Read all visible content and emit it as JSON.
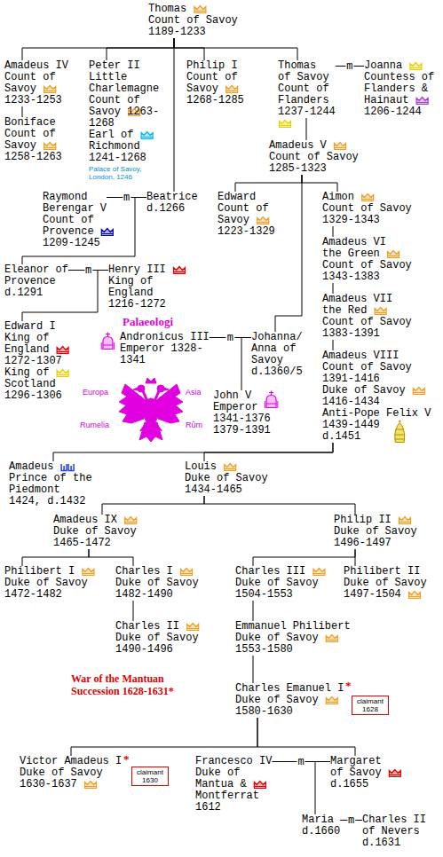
{
  "diagram": {
    "nodes": [
      {
        "text": [
          "Thomas",
          "Count of Savoy 1189-1233"
        ]
      },
      {
        "text": [
          "Amadeus IV",
          "Count of Savoy 1233-1253"
        ]
      },
      {
        "text": [
          "Peter II Little Charlemagne",
          "Count of Savoy 1263-1268",
          "Earl of Richmond 1241-1268",
          "Palace of Savoy, London, 1246"
        ]
      },
      {
        "text": [
          "Philip I",
          "Count of Savoy 1268-1285"
        ]
      },
      {
        "text": [
          "Thomas of Savoy",
          "Count of Flanders 1237-1244"
        ]
      },
      {
        "text": [
          "Joanna",
          "Countess of Flanders & Hainaut 1206-1244"
        ]
      },
      {
        "text": [
          "Boniface",
          "Count of Savoy 1258-1263"
        ]
      },
      {
        "text": [
          "Amadeus V",
          "Count of Savoy 1285-1323"
        ]
      },
      {
        "text": [
          "Raymond Berengar V",
          "Count of Provence 1209-1245"
        ]
      },
      {
        "text": [
          "Beatrice",
          "d.1266"
        ]
      },
      {
        "text": [
          "Edward",
          "Count of Savoy 1223-1329"
        ]
      },
      {
        "text": [
          "Aimon",
          "Count of Savoy 1329-1343"
        ]
      },
      {
        "text": [
          "Amadeus VI the Green",
          "Count of Savoy 1343-1383"
        ]
      },
      {
        "text": [
          "Eleanor of Provence",
          "d.1291"
        ]
      },
      {
        "text": [
          "Henry III",
          "King of England 1216-1272"
        ]
      },
      {
        "text": [
          "Amadeus VII the Red",
          "Count of Savoy 1383-1391"
        ]
      },
      {
        "text": [
          "Edward I",
          "King of England 1272-1307",
          "King of Scotland 1296-1306"
        ]
      },
      {
        "text": [
          "Andronicus III",
          "Emperor 1328-1341"
        ]
      },
      {
        "text": [
          "Johanna/ Anna of Savoy",
          "d.1360/5"
        ]
      },
      {
        "text": [
          "Amadeus VIII",
          "Count of Savoy 1391-1416",
          "Duke of Savoy 1416-1434",
          "Anti-Pope Felix V 1439-1449",
          "d.1451"
        ]
      },
      {
        "text": [
          "John V",
          "Emperor 1341-1376 1379-1391"
        ]
      },
      {
        "text": [
          "Amadeus",
          "Prince of the Piedmont 1424, d.1432"
        ]
      },
      {
        "text": [
          "Louis",
          "Duke of Savoy 1434-1465"
        ]
      },
      {
        "text": [
          "Amadeus IX",
          "Duke of Savoy 1465-1472"
        ]
      },
      {
        "text": [
          "Philip II",
          "Duke of Savoy 1496-1497"
        ]
      },
      {
        "text": [
          "Philibert I",
          "Duke of Savoy 1472-1482"
        ]
      },
      {
        "text": [
          "Charles I",
          "Duke of Savoy 1482-1490"
        ]
      },
      {
        "text": [
          "Charles III",
          "Duke of Savoy 1504-1553"
        ]
      },
      {
        "text": [
          "Philibert II",
          "Duke of Savoy 1497-1504"
        ]
      },
      {
        "text": [
          "Charles II",
          "Duke of Savoy 1490-1496"
        ]
      },
      {
        "text": [
          "Emmanuel Philibert",
          "Duke of Savoy 1553-1580"
        ]
      },
      {
        "text": [
          "Charles Emanuel I",
          "Duke of Savoy 1580-1630"
        ]
      },
      {
        "text": [
          "claimant 1628"
        ]
      },
      {
        "text": [
          "Victor Amadeus I",
          "Duke of Savoy 1630-1637"
        ]
      },
      {
        "text": [
          "claimant 1630"
        ]
      },
      {
        "text": [
          "Francesco IV",
          "Duke of Mantua & Montferrat 1612"
        ]
      },
      {
        "text": [
          "Margaret of Savoy",
          "d.1655"
        ]
      },
      {
        "text": [
          "Maria",
          "d.1660"
        ]
      },
      {
        "text": [
          "Charles II of Nevers",
          "d.1631"
        ]
      }
    ],
    "edges": [
      {
        "from": 0,
        "to": 1,
        "arrow": "none"
      },
      {
        "from": 0,
        "to": 2,
        "arrow": "none"
      },
      {
        "from": 0,
        "to": 9,
        "arrow": "none"
      },
      {
        "from": 0,
        "to": 3,
        "arrow": "none"
      },
      {
        "from": 0,
        "to": 4,
        "arrow": "none"
      },
      {
        "from": 4,
        "to": 5,
        "label": "m",
        "arrow": "none"
      },
      {
        "from": 1,
        "to": 6,
        "arrow": "none"
      },
      {
        "from": 4,
        "to": 7,
        "arrow": "none"
      },
      {
        "from": 8,
        "to": 9,
        "label": "m",
        "arrow": "none"
      },
      {
        "from": 7,
        "to": 10,
        "arrow": "none"
      },
      {
        "from": 7,
        "to": 11,
        "arrow": "none"
      },
      {
        "from": 7,
        "to": 18,
        "arrow": "none"
      },
      {
        "from": 11,
        "to": 12,
        "arrow": "none"
      },
      {
        "from": 8,
        "to": 13,
        "arrow": "none"
      },
      {
        "from": 12,
        "to": 15,
        "arrow": "none"
      },
      {
        "from": 13,
        "to": 14,
        "label": "m",
        "arrow": "none"
      },
      {
        "from": 13,
        "to": 16,
        "arrow": "none"
      },
      {
        "from": 15,
        "to": 19,
        "arrow": "none"
      },
      {
        "from": 17,
        "to": 18,
        "label": "m",
        "arrow": "none"
      },
      {
        "from": 18,
        "to": 20,
        "arrow": "none"
      },
      {
        "from": 19,
        "to": 21,
        "arrow": "none"
      },
      {
        "from": 19,
        "to": 22,
        "arrow": "none"
      },
      {
        "from": 22,
        "to": 23,
        "arrow": "none"
      },
      {
        "from": 22,
        "to": 24,
        "arrow": "none"
      },
      {
        "from": 23,
        "to": 25,
        "arrow": "none"
      },
      {
        "from": 23,
        "to": 26,
        "arrow": "none"
      },
      {
        "from": 24,
        "to": 27,
        "arrow": "none"
      },
      {
        "from": 24,
        "to": 28,
        "arrow": "none"
      },
      {
        "from": 26,
        "to": 29,
        "arrow": "none"
      },
      {
        "from": 27,
        "to": 30,
        "arrow": "none"
      },
      {
        "from": 30,
        "to": 31,
        "arrow": "none"
      },
      {
        "from": 31,
        "to": 33,
        "arrow": "none"
      },
      {
        "from": 31,
        "to": 36,
        "arrow": "none"
      },
      {
        "from": 35,
        "to": 36,
        "label": "m",
        "arrow": "none"
      },
      {
        "from": 36,
        "to": 37,
        "arrow": "none"
      },
      {
        "from": 37,
        "to": 38,
        "label": "m",
        "arrow": "none"
      }
    ],
    "labels": [
      "Palaeologi",
      "Europa",
      "Asia",
      "Rumelia",
      "Rûm",
      "War of the Mantuan Succession 1628-1631*",
      "*",
      "*"
    ]
  }
}
